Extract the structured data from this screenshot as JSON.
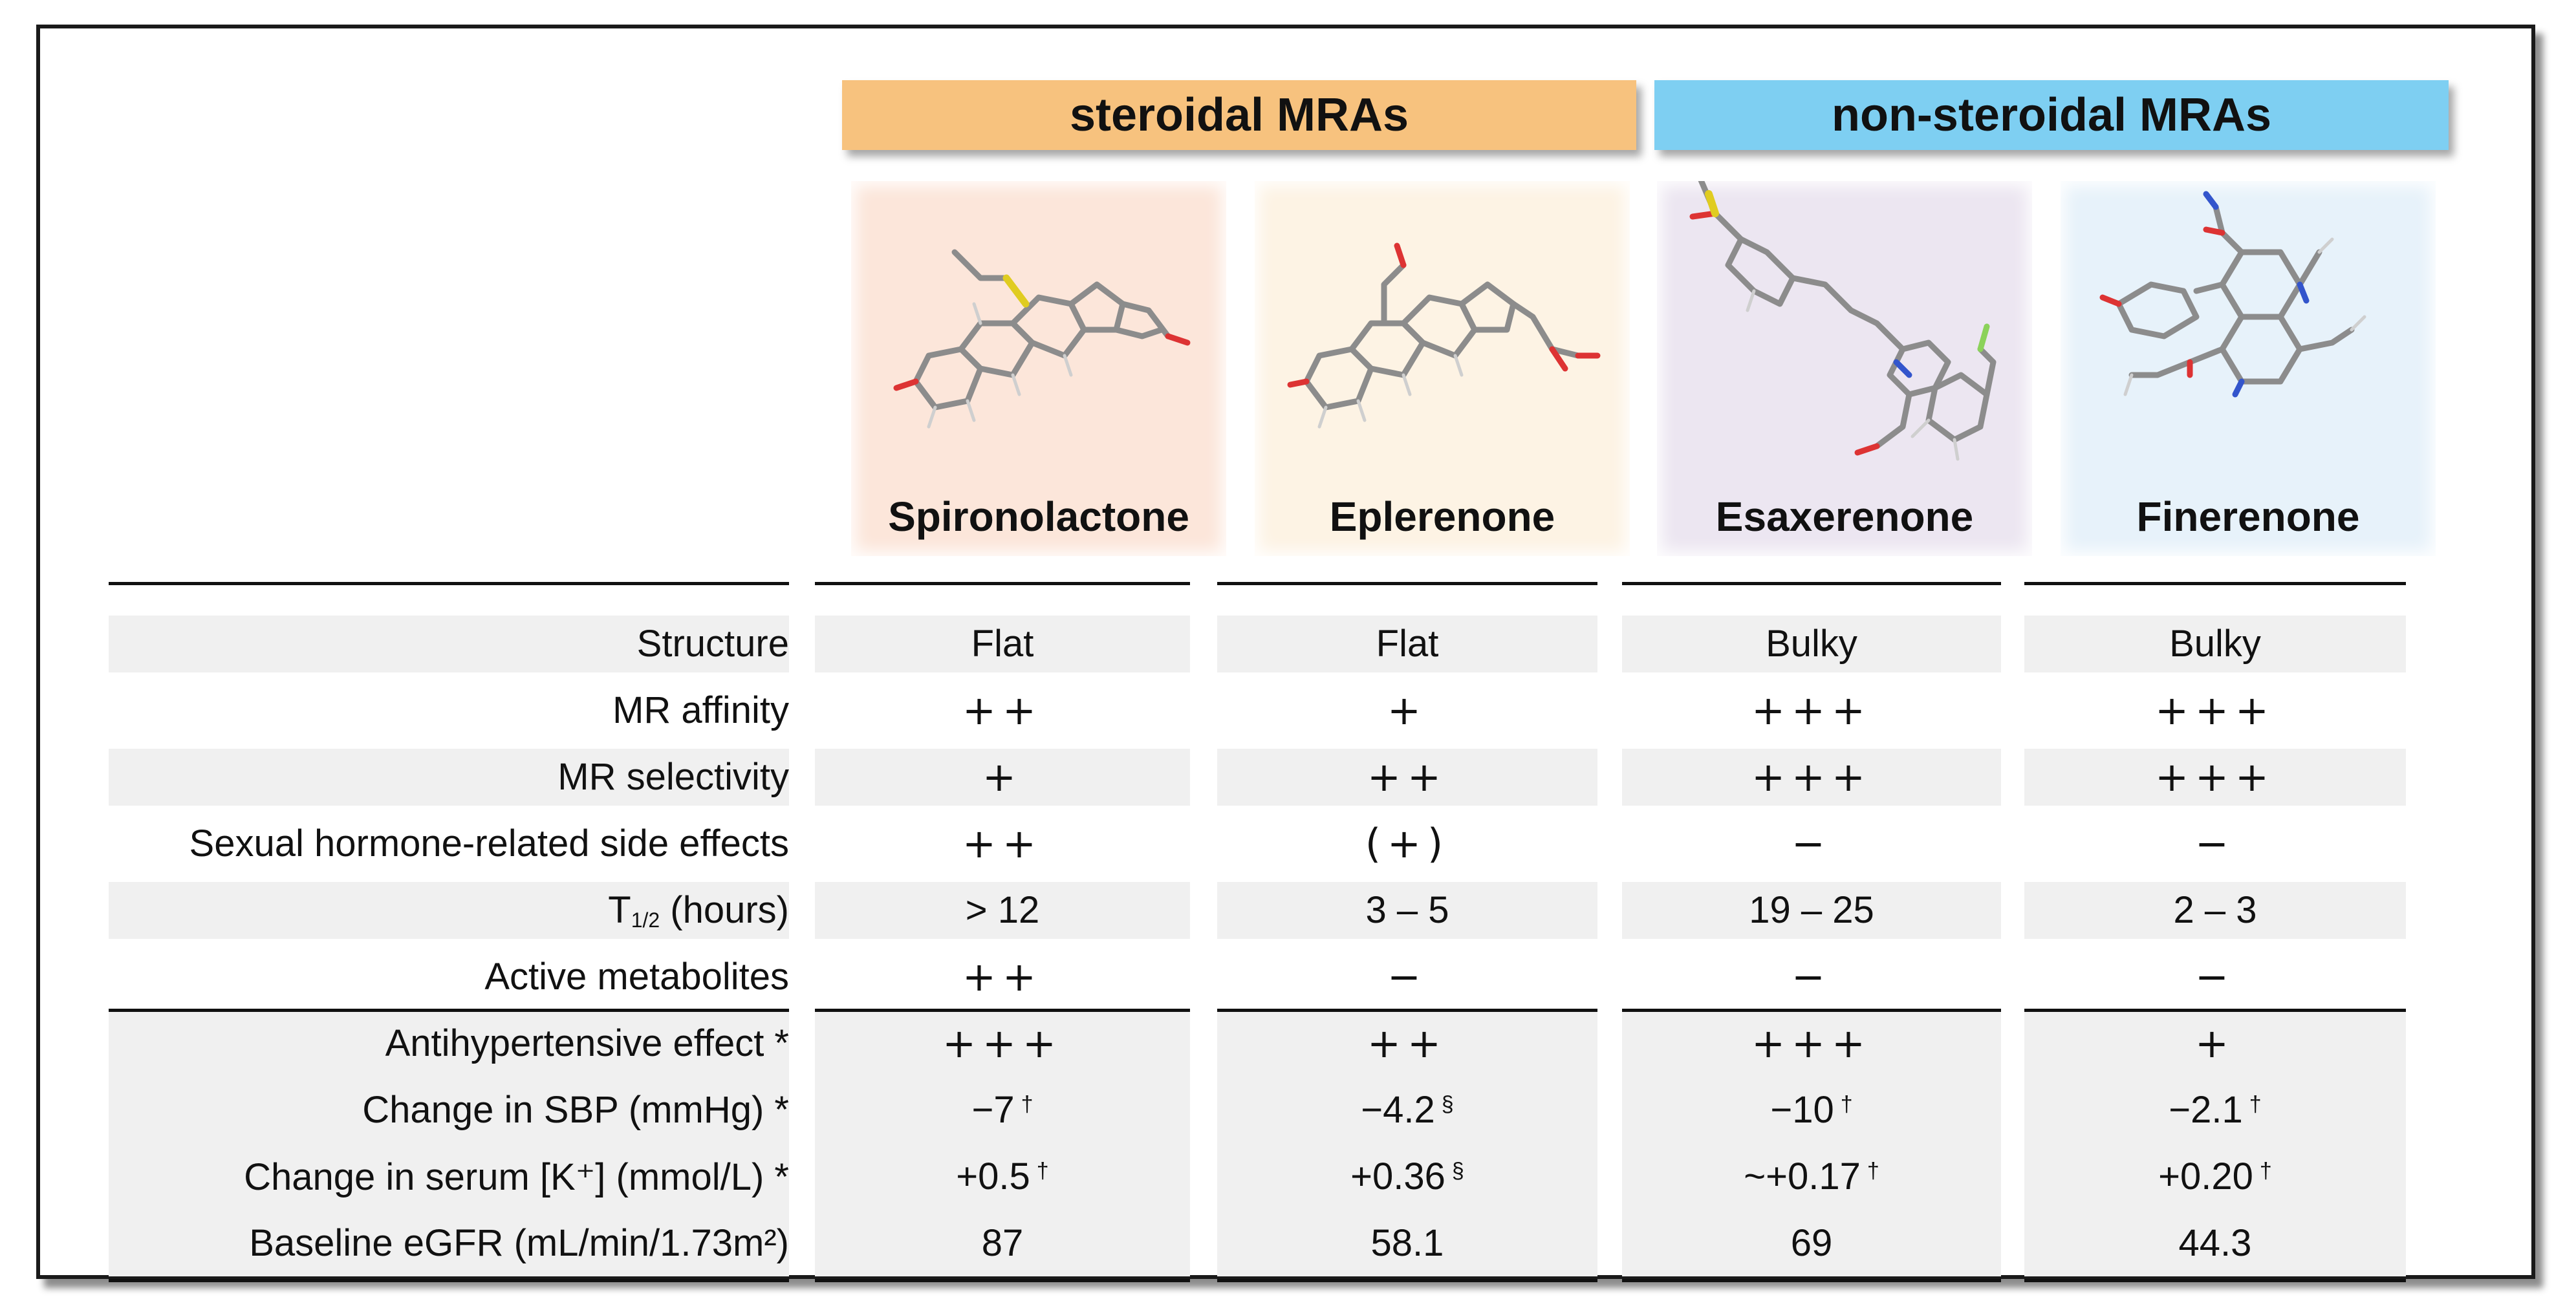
{
  "groups": [
    {
      "label": "steroidal MRAs",
      "color": "#f7c27e"
    },
    {
      "label": "non-steroidal MRAs",
      "color": "#7ecff2"
    }
  ],
  "drugs": [
    "Spironolactone",
    "Eplerenone",
    "Esaxerenone",
    "Finerenone"
  ],
  "rows": [
    {
      "label": "Structure",
      "values": [
        "Flat",
        "Flat",
        "Bulky",
        "Bulky"
      ]
    },
    {
      "label": "MR affinity",
      "values": [
        "++",
        "+",
        "+++",
        "+++"
      ]
    },
    {
      "label": "MR selectivity",
      "values": [
        "+",
        "++",
        "+++",
        "+++"
      ]
    },
    {
      "label": "Sexual hormone-related side effects",
      "values": [
        "++",
        "(+)",
        "−",
        "−"
      ]
    },
    {
      "label_main": "T",
      "label_sub": "1/2",
      "label_rest": " (hours)",
      "values": [
        "> 12",
        "3 – 5",
        "19 – 25",
        "2 – 3"
      ]
    },
    {
      "label": "Active metabolites",
      "values": [
        "++",
        "−",
        "−",
        "−"
      ]
    },
    {
      "label": "Antihypertensive effect *",
      "values": [
        "+++",
        "++",
        "+++",
        "+"
      ]
    },
    {
      "label": "Change in SBP (mmHg) *",
      "values": [
        "−7",
        "−4.2",
        "−10",
        "−2.1"
      ],
      "marks": [
        "†",
        "§",
        "†",
        "†"
      ]
    },
    {
      "label": "Change in serum [K⁺] (mmol/L) *",
      "values": [
        "+0.5",
        "+0.36",
        "~+0.17",
        "+0.20"
      ],
      "marks": [
        "†",
        "§",
        "†",
        "†"
      ]
    },
    {
      "label": "Baseline eGFR (mL/min/1.73m²)",
      "values": [
        "87",
        "58.1",
        "69",
        "44.3"
      ]
    }
  ]
}
